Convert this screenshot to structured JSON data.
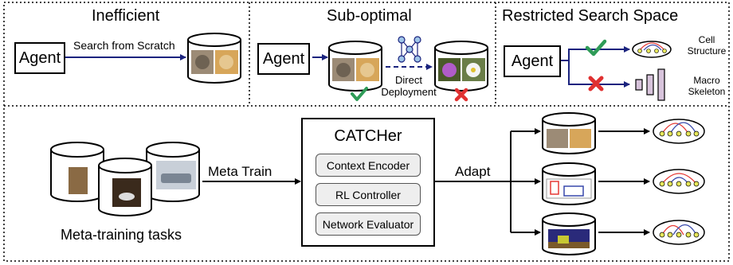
{
  "top": {
    "panel1": {
      "title": "Inefficient",
      "agent": "Agent",
      "arrow_label": "Search from Scratch"
    },
    "panel2": {
      "title": "Sub-optimal",
      "agent": "Agent",
      "arrow_label_line1": "Direct",
      "arrow_label_line2": "Deployment"
    },
    "panel3": {
      "title": "Restricted Search Space",
      "agent": "Agent",
      "option1_line1": "Cell",
      "option1_line2": "Structure",
      "option2_line1": "Macro",
      "option2_line2": "Skeleton"
    }
  },
  "bottom": {
    "meta_train_label": "Meta Train",
    "meta_tasks_label": "Meta-training tasks",
    "catcher": {
      "title": "CATCHer",
      "modules": [
        "Context Encoder",
        "RL Controller",
        "Network Evaluator"
      ]
    },
    "adapt_label": "Adapt"
  },
  "colors": {
    "check": "#2e9b57",
    "cross": "#e03030",
    "arrow": "#1a237e",
    "arc_red": "#e53935",
    "arc_blue": "#3949ab",
    "node": "#e6e65a",
    "module_fill": "#eeeeee"
  }
}
